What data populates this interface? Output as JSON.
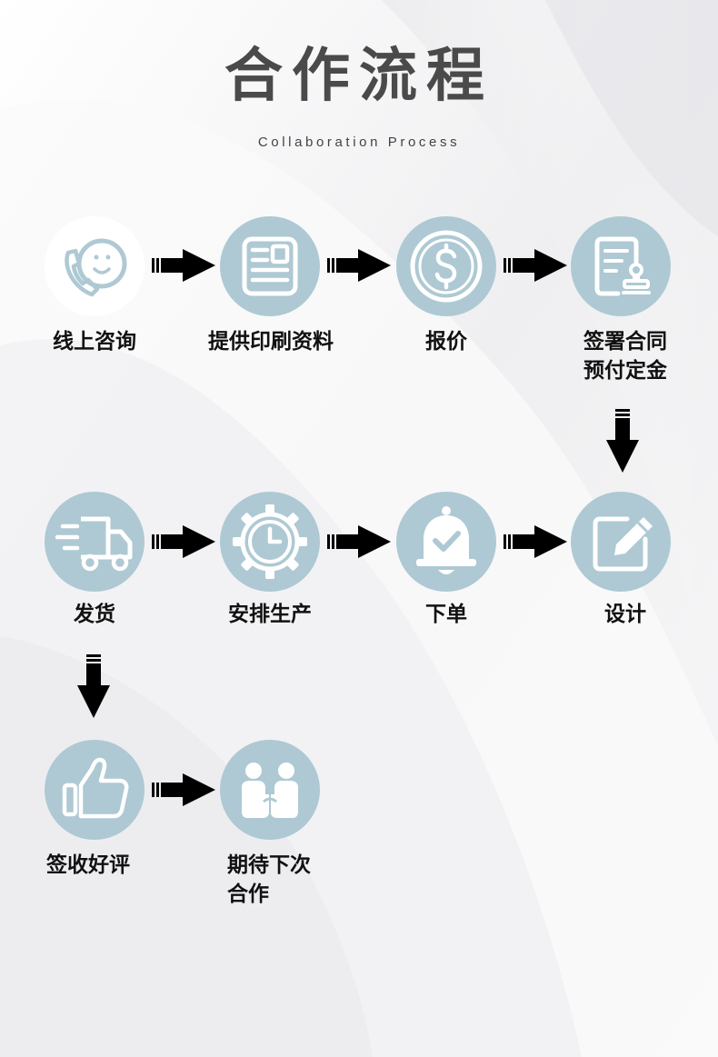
{
  "header": {
    "title": "合作流程",
    "subtitle": "Collaboration Process"
  },
  "steps": [
    {
      "label": "线上咨询",
      "icon": "phone-chat-icon"
    },
    {
      "label": "提供印刷资料",
      "icon": "document-icon"
    },
    {
      "label": "报价",
      "icon": "dollar-coin-icon"
    },
    {
      "label_line1": "签署合同",
      "label_line2": "预付定金",
      "icon": "contract-stamp-icon"
    },
    {
      "label": "设计",
      "icon": "edit-pencil-icon"
    },
    {
      "label": "下单",
      "icon": "bell-check-icon"
    },
    {
      "label": "安排生产",
      "icon": "gear-clock-icon"
    },
    {
      "label": "发货",
      "icon": "delivery-truck-icon"
    },
    {
      "label": "签收好评",
      "icon": "thumbs-up-icon"
    },
    {
      "label_line1": "期待下次",
      "label_line2": "合作",
      "icon": "handshake-people-icon"
    }
  ],
  "colors": {
    "circle": "#aec9d3",
    "icon_stroke": "#ffffff",
    "arrow": "#000000",
    "title": "#4a4a4a"
  }
}
